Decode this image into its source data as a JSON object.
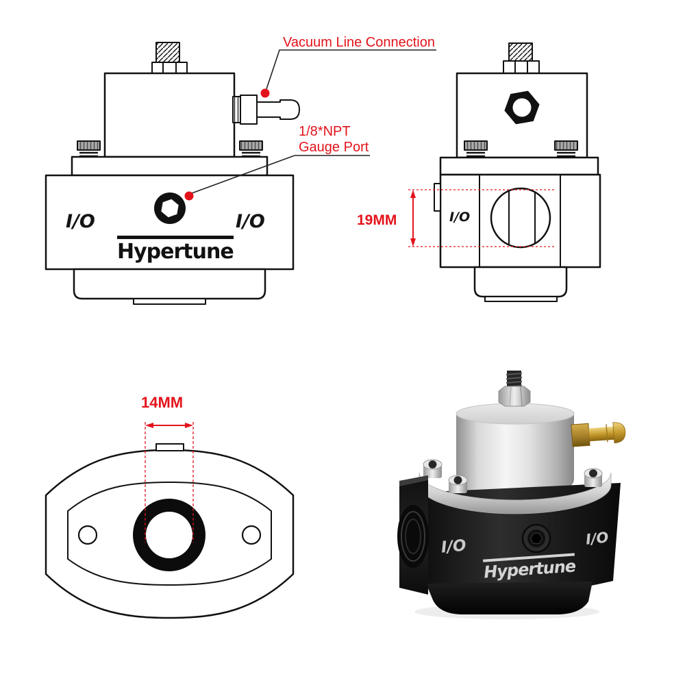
{
  "background": "#ffffff",
  "colors": {
    "annotation_red": "#e3131b",
    "drawing_line": "#161616",
    "brass": "#c59a2d",
    "silver": "#d9d9d9",
    "body_black": "#1a1a1a"
  },
  "annotations": {
    "vacuum": {
      "label": "Vacuum Line Connection"
    },
    "gauge": {
      "line1": "1/8*NPT",
      "line2": "Gauge Port"
    },
    "dim_side_port": {
      "label": "19MM"
    },
    "dim_bottom_hole": {
      "label": "14MM"
    }
  },
  "drawing": {
    "io_label": "I/O",
    "brand": "Hypertune"
  },
  "photo": {
    "io_left": "I/O",
    "io_right": "I/O",
    "brand": "Hypertune"
  }
}
